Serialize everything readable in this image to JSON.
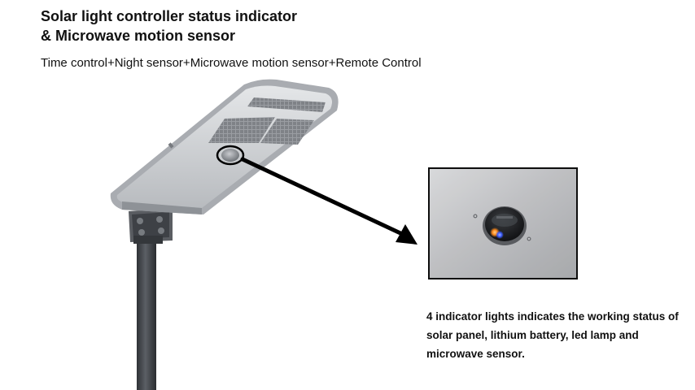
{
  "header": {
    "title_line1": "Solar light controller status indicator",
    "title_line2": "& Microwave motion sensor",
    "subtitle": "Time control+Night sensor+Microwave motion sensor+Remote Control"
  },
  "callout": {
    "description": "4 indicator lights indicates the working status of solar panel, lithium battery, led lamp and microwave sensor."
  },
  "colors": {
    "housing": "#c9cbce",
    "panel": "#8e9196",
    "pole": "#4a4d52",
    "arrow": "#000000",
    "indicator_orange": "#ff8a1c",
    "indicator_blue": "#3b5cff"
  }
}
